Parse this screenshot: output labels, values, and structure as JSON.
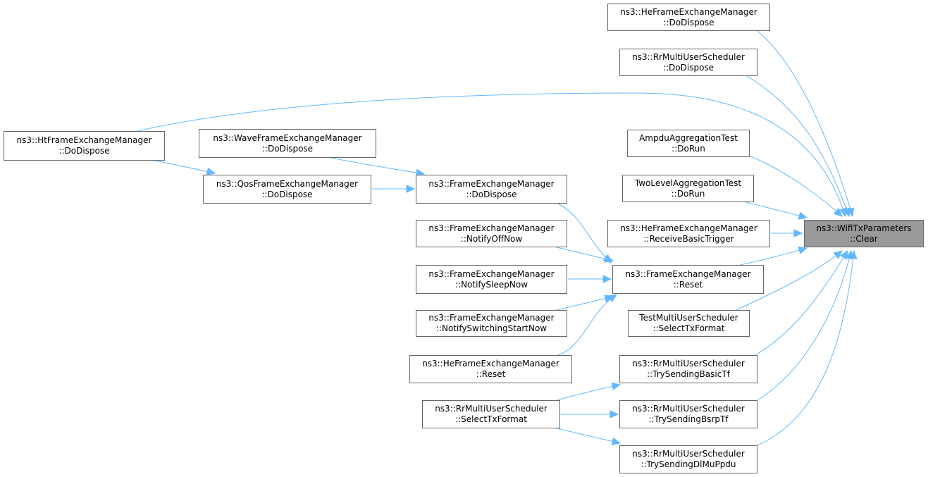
{
  "graph": {
    "edge_color": "#63b8ff",
    "root_fill": "#999999",
    "node_border": "#666666",
    "nodes": [
      {
        "id": "clear",
        "line1": "ns3::WifiTxParameters",
        "line2": "::Clear",
        "root": true
      },
      {
        "id": "he_dodispose",
        "line1": "ns3::HeFrameExchangeManager",
        "line2": "::DoDispose"
      },
      {
        "id": "rr_dodispose",
        "line1": "ns3::RrMultiUserScheduler",
        "line2": "::DoDispose"
      },
      {
        "id": "ht_dodispose",
        "line1": "ns3::HtFrameExchangeManager",
        "line2": "::DoDispose"
      },
      {
        "id": "wave_dodispose",
        "line1": "ns3::WaveFrameExchangeManager",
        "line2": "::DoDispose"
      },
      {
        "id": "qos_dodispose",
        "line1": "ns3::QosFrameExchangeManager",
        "line2": "::DoDispose"
      },
      {
        "id": "fem_dodispose",
        "line1": "ns3::FrameExchangeManager",
        "line2": "::DoDispose"
      },
      {
        "id": "ampdu_dorun",
        "line1": "AmpduAggregationTest",
        "line2": "::DoRun"
      },
      {
        "id": "twolevel_dorun",
        "line1": "TwoLevelAggregationTest",
        "line2": "::DoRun"
      },
      {
        "id": "he_receivebasic",
        "line1": "ns3::HeFrameExchangeManager",
        "line2": "::ReceiveBasicTrigger"
      },
      {
        "id": "fem_notifyoff",
        "line1": "ns3::FrameExchangeManager",
        "line2": "::NotifyOffNow"
      },
      {
        "id": "fem_reset",
        "line1": "ns3::FrameExchangeManager",
        "line2": "::Reset"
      },
      {
        "id": "fem_notifysleep",
        "line1": "ns3::FrameExchangeManager",
        "line2": "::NotifySleepNow"
      },
      {
        "id": "fem_notifyswitch",
        "line1": "ns3::FrameExchangeManager",
        "line2": "::NotifySwitchingStartNow"
      },
      {
        "id": "test_selecttx",
        "line1": "TestMultiUserScheduler",
        "line2": "::SelectTxFormat"
      },
      {
        "id": "he_reset",
        "line1": "ns3::HeFrameExchangeManager",
        "line2": "::Reset"
      },
      {
        "id": "rr_trybasic",
        "line1": "ns3::RrMultiUserScheduler",
        "line2": "::TrySendingBasicTf"
      },
      {
        "id": "rr_selecttx",
        "line1": "ns3::RrMultiUserScheduler",
        "line2": "::SelectTxFormat"
      },
      {
        "id": "rr_trybsrp",
        "line1": "ns3::RrMultiUserScheduler",
        "line2": "::TrySendingBsrpTf"
      },
      {
        "id": "rr_trydlmu",
        "line1": "ns3::RrMultiUserScheduler",
        "line2": "::TrySendingDlMuPpdu"
      }
    ],
    "edges": [
      {
        "from": "he_dodispose",
        "to": "clear"
      },
      {
        "from": "rr_dodispose",
        "to": "clear"
      },
      {
        "from": "ht_dodispose",
        "to": "clear"
      },
      {
        "from": "ampdu_dorun",
        "to": "clear"
      },
      {
        "from": "twolevel_dorun",
        "to": "clear"
      },
      {
        "from": "he_receivebasic",
        "to": "clear"
      },
      {
        "from": "fem_reset",
        "to": "clear"
      },
      {
        "from": "test_selecttx",
        "to": "clear"
      },
      {
        "from": "rr_trybasic",
        "to": "clear"
      },
      {
        "from": "rr_trybsrp",
        "to": "clear"
      },
      {
        "from": "rr_trydlmu",
        "to": "clear"
      },
      {
        "from": "ht_dodispose",
        "to": "qos_dodispose"
      },
      {
        "from": "wave_dodispose",
        "to": "fem_dodispose"
      },
      {
        "from": "qos_dodispose",
        "to": "fem_dodispose"
      },
      {
        "from": "fem_dodispose",
        "to": "fem_reset"
      },
      {
        "from": "fem_notifyoff",
        "to": "fem_reset"
      },
      {
        "from": "fem_notifysleep",
        "to": "fem_reset"
      },
      {
        "from": "fem_notifyswitch",
        "to": "fem_reset"
      },
      {
        "from": "he_reset",
        "to": "fem_reset"
      },
      {
        "from": "rr_selecttx",
        "to": "rr_trybasic"
      },
      {
        "from": "rr_selecttx",
        "to": "rr_trybsrp"
      },
      {
        "from": "rr_selecttx",
        "to": "rr_trydlmu"
      }
    ]
  }
}
